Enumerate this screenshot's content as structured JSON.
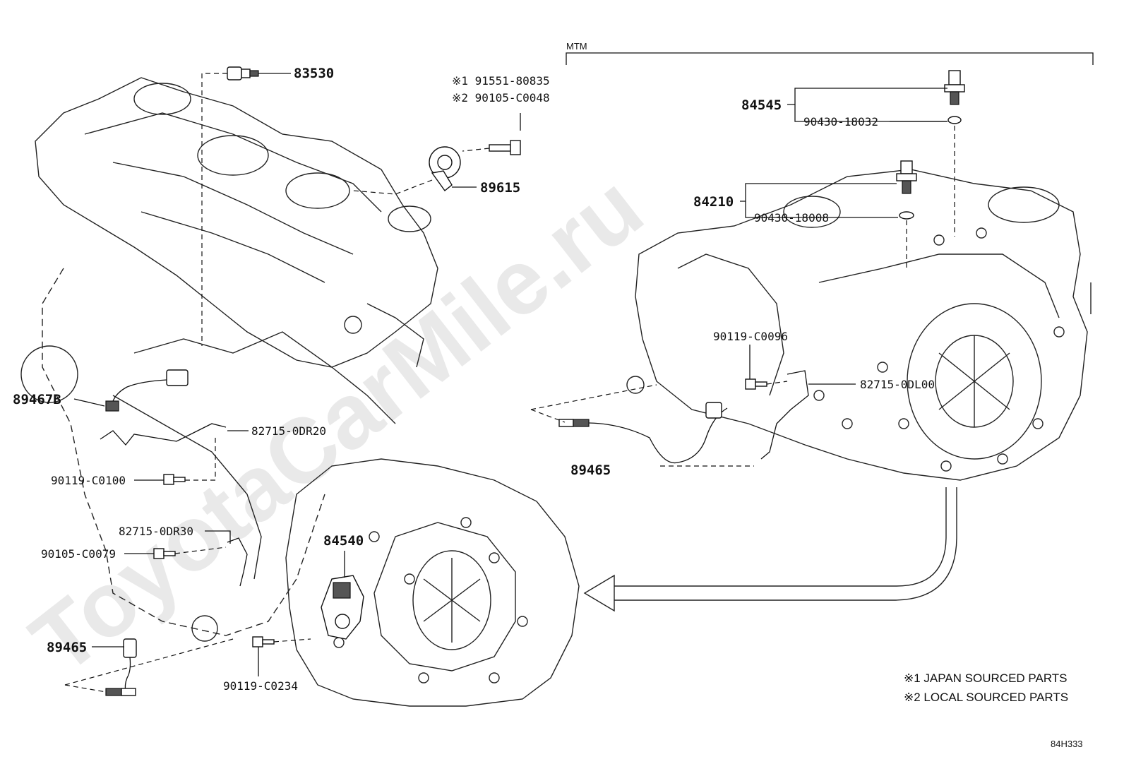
{
  "diagram": {
    "watermark": "ToyotaCarMile.ru",
    "section_label": "MTM",
    "figure_code": "84H333",
    "parts": {
      "p83530": "83530",
      "p91551": "※1 91551-80835",
      "p90105a": "※2 90105-C0048",
      "p89615": "89615",
      "p84545": "84545",
      "p90430a": "90430-18032",
      "p84210": "84210",
      "p90430b": "90430-18008",
      "p90119c0096": "90119-C0096",
      "p82715dl00": "82715-0DL00",
      "p89465r": "89465",
      "p89467b": "89467B",
      "p82715dr20": "82715-0DR20",
      "p90119c0100": "90119-C0100",
      "p82715dr30": "82715-0DR30",
      "p90105c0079": "90105-C0079",
      "p84540": "84540",
      "p89465l": "89465",
      "p90119c0234": "90119-C0234"
    },
    "notes": {
      "note1": "※1 JAPAN SOURCED PARTS",
      "note2": "※2 LOCAL SOURCED PARTS"
    }
  }
}
